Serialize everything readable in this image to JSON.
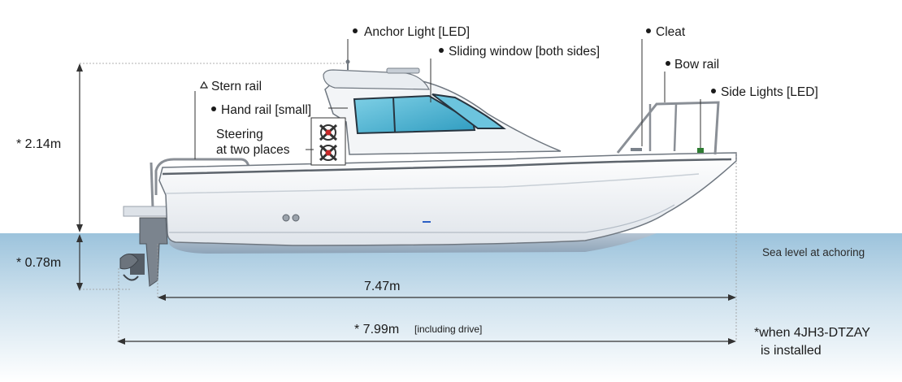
{
  "labels": {
    "anchor_light": "Anchor Light [LED]",
    "sliding_window": "Sliding window [both sides]",
    "cleat": "Cleat",
    "bow_rail": "Bow rail",
    "side_lights": "Side Lights [LED]",
    "stern_rail": "Stern rail",
    "hand_rail": "Hand rail [small]",
    "steering_line1": "Steering",
    "steering_line2": "at two places"
  },
  "dimensions": {
    "height_above": "* 2.14m",
    "draft": "* 0.78m",
    "length_hull": "7.47m",
    "length_total": "* 7.99m",
    "length_total_note": "[including drive]"
  },
  "sea_level": "Sea level at achoring",
  "footnote": {
    "line1": "*when 4JH3-DTZAY",
    "line2": "is installed"
  },
  "colors": {
    "water_top": "#9cc3dc",
    "water_bottom": "#ffffff",
    "hull": "#eef1f4",
    "glass": "#3aa9c9",
    "text": "#1a1a1a"
  }
}
